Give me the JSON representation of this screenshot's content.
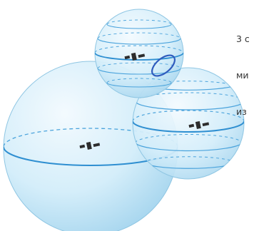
{
  "caption": {
    "lines": [
      "3 с",
      "ми",
      "из"
    ]
  },
  "figure": {
    "subject": "three intersecting satellite range spheres",
    "sphere_count": 3,
    "satellite_icon": "satellite-icon",
    "intersection_icon": "intersection-ring-icon",
    "colors": {
      "sphere_fill_light": "#e8f5fc",
      "sphere_fill_mid": "#bfe3f5",
      "sphere_edge": "#8fc6e3",
      "equator_line": "#2f8fd1",
      "latitude_line": "#4aa3dc",
      "satellite": "#2d2d2d",
      "intersection_ring": "#2f5bbd"
    }
  }
}
